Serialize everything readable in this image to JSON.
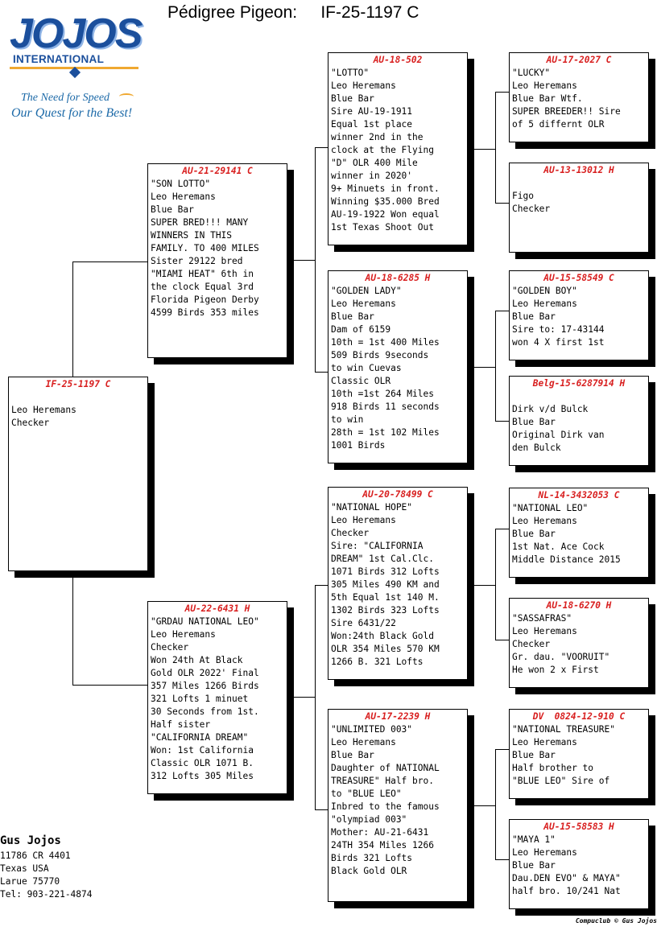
{
  "header": {
    "title_label": "Pédigree Pigeon:",
    "title_ring": "IF-25-1197 C"
  },
  "logo": {
    "word": "JOJOS",
    "sub": "INTERNATIONAL",
    "slogan1": "The Need for Speed",
    "slogan2": "Our Quest for the Best!"
  },
  "contact": {
    "name": "Gus Jojos",
    "lines": [
      "11786 CR 4401",
      "Texas USA",
      "Larue 75770",
      "Tel: 903-221-4874"
    ]
  },
  "footer": "Compuclub © Gus Jojos",
  "colors": {
    "ring": "#d81e1e",
    "logo": "#1b4f9c",
    "accent": "#f0a830"
  },
  "boxes": [
    {
      "id": "subject",
      "ring": "IF-25-1197 C",
      "lines": [
        "",
        "Leo Heremans",
        "Checker"
      ]
    },
    {
      "id": "sire",
      "ring": "AU-21-29141 C",
      "lines": [
        "\"SON LOTTO\"",
        "Leo Heremans",
        "Blue Bar",
        "SUPER BRED!!! MANY",
        "WINNERS IN THIS",
        "FAMILY. TO 400 MILES",
        "Sister 29122 bred",
        "\"MIAMI HEAT\" 6th in",
        "the clock Equal 3rd",
        "Florida Pigeon Derby",
        "4599 Birds 353 miles"
      ]
    },
    {
      "id": "dam",
      "ring": "AU-22-6431 H",
      "lines": [
        "\"GRDAU NATIONAL LEO\"",
        "Leo Heremans",
        "Checker",
        "Won 24th At Black",
        "Gold OLR 2022' Final",
        "357 Miles 1266 Birds",
        "321 Lofts 1 minuet",
        "30 Seconds from 1st.",
        "Half sister",
        "\"CALIFORNIA DREAM\"",
        "Won: 1st California",
        "Classic OLR 1071 B.",
        "312 Lofts 305 Miles"
      ]
    },
    {
      "id": "ss",
      "ring": "AU-18-502",
      "lines": [
        "\"LOTTO\"",
        "Leo Heremans",
        "Blue Bar",
        "Sire AU-19-1911",
        "Equal 1st place",
        "winner 2nd in the",
        "clock at the Flying",
        "\"D\" OLR 400 Mile",
        "winner in 2020'",
        "9+ Minuets in front.",
        "Winning $35.000 Bred",
        "AU-19-1922 Won equal",
        "1st Texas Shoot Out"
      ]
    },
    {
      "id": "sd",
      "ring": "AU-18-6285 H",
      "lines": [
        "\"GOLDEN LADY\"",
        "Leo Heremans",
        "Blue Bar",
        "Dam of 6159",
        "10th = 1st 400 Miles",
        "509 Birds 9seconds",
        "to win Cuevas",
        "Classic OLR",
        "10th =1st 264 Miles",
        "918 Birds 11 seconds",
        "to win",
        "28th = 1st 102 Miles",
        "1001 Birds"
      ]
    },
    {
      "id": "ds",
      "ring": "AU-20-78499 C",
      "lines": [
        "\"NATIONAL HOPE\"",
        "Leo Heremans",
        "Checker",
        "Sire: \"CALIFORNIA",
        "DREAM\" 1st Cal.Clc.",
        "1071 Birds 312 Lofts",
        "305 Miles 490 KM and",
        "5th Equal 1st 140 M.",
        "1302 Birds 323 Lofts",
        "Sire 6431/22",
        "Won:24th Black Gold",
        "OLR 354 Miles 570 KM",
        "1266 B. 321 Lofts"
      ]
    },
    {
      "id": "dd",
      "ring": "AU-17-2239 H",
      "lines": [
        "\"UNLIMITED 003\"",
        "Leo Heremans",
        "Blue Bar",
        "Daughter of NATIONAL",
        "TREASURE\" Half bro.",
        "to \"BLUE LEO\"",
        "Inbred to the famous",
        "\"olympiad 003\"",
        "Mother: AU-21-6431",
        "24TH 354 Miles 1266",
        "Birds 321 Lofts",
        "Black Gold OLR"
      ]
    },
    {
      "id": "sss",
      "ring": "AU-17-2027 C",
      "lines": [
        "\"LUCKY\"",
        "Leo Heremans",
        "Blue Bar Wtf.",
        "SUPER BREEDER!! Sire",
        "of 5 differnt OLR"
      ]
    },
    {
      "id": "ssd",
      "ring": "AU-13-13012 H",
      "lines": [
        "",
        "Figo",
        "Checker"
      ]
    },
    {
      "id": "sds",
      "ring": "AU-15-58549 C",
      "lines": [
        "\"GOLDEN BOY\"",
        "Leo Heremans",
        "Blue Bar",
        "Sire to: 17-43144",
        "won 4 X first 1st"
      ]
    },
    {
      "id": "sdd",
      "ring": "Belg-15-6287914 H",
      "lines": [
        "",
        "Dirk v/d Bulck",
        "Blue Bar",
        "Original Dirk van",
        "den Bulck"
      ]
    },
    {
      "id": "dss",
      "ring": "NL-14-3432053 C",
      "lines": [
        "\"NATIONAL LEO\"",
        "Leo Heremans",
        "Blue Bar",
        "1st Nat. Ace Cock",
        "Middle Distance 2015"
      ]
    },
    {
      "id": "dsd",
      "ring": "AU-18-6270 H",
      "lines": [
        "\"SASSAFRAS\"",
        "Leo Heremans",
        "Checker",
        "Gr. dau. \"VOORUIT\"",
        "He won 2 x First"
      ]
    },
    {
      "id": "dds",
      "ring": "DV  0824-12-910 C",
      "lines": [
        "\"NATIONAL TREASURE\"",
        "Leo Heremans",
        "Blue Bar",
        "Half brother to",
        "\"BLUE LEO\" Sire of"
      ]
    },
    {
      "id": "ddd",
      "ring": "AU-15-58583 H",
      "lines": [
        "\"MAYA 1\"",
        "Leo Heremans",
        "Blue Bar",
        "Dau.DEN EVO\" & MAYA\"",
        "half bro. 10/241 Nat"
      ]
    }
  ]
}
